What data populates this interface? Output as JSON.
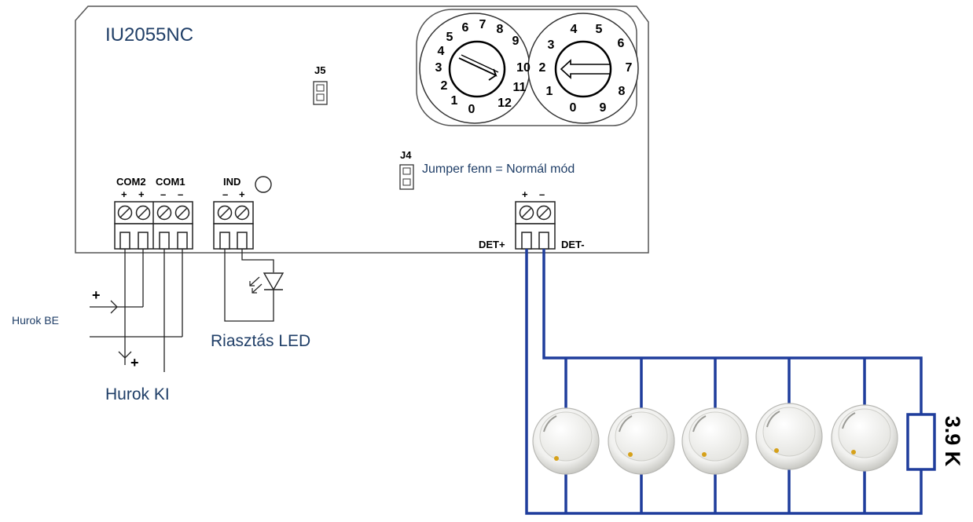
{
  "device": {
    "model": "IU2055NC",
    "jumpers": {
      "j5": "J5",
      "j4": "J4"
    },
    "jumper_note": "Jumper fenn = Normál mód",
    "terminals": {
      "com2": "COM2",
      "com1": "COM1",
      "ind": "IND",
      "det_plus": "DET+",
      "det_minus": "DET-"
    },
    "polarity": {
      "plus": "+",
      "minus": "–"
    },
    "dial_left": [
      "0",
      "1",
      "2",
      "3",
      "4",
      "5",
      "6",
      "7",
      "8",
      "9",
      "10",
      "11",
      "12"
    ],
    "dial_right": [
      "0",
      "1",
      "2",
      "3",
      "4",
      "5",
      "6",
      "7",
      "8",
      "9"
    ]
  },
  "labels": {
    "loop_in": "Hurok BE",
    "loop_out": "Hurok KI",
    "alarm_led": "Riasztás LED",
    "resistor": "3.9 K",
    "plus": "+"
  },
  "colors": {
    "detector_wire": "#1f3d9c",
    "label_text": "#1f3e67"
  },
  "detectors": {
    "count": 5
  }
}
